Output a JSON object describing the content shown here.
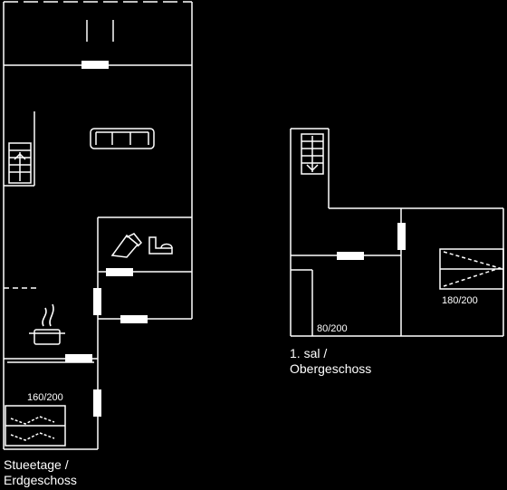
{
  "ground_floor": {
    "caption_line1": "Stueetage /",
    "caption_line2": "Erdgeschoss",
    "bed_label": "160/200"
  },
  "upper_floor": {
    "caption_line1": "1. sal /",
    "caption_line2": "Obergeschoss",
    "bed_label_left": "80/200",
    "bed_label_right": "180/200"
  },
  "icons": [
    "stairs-icon",
    "sofa-icon",
    "toilet-icon",
    "sink-icon",
    "cooking-pot-icon",
    "bed-icon"
  ]
}
